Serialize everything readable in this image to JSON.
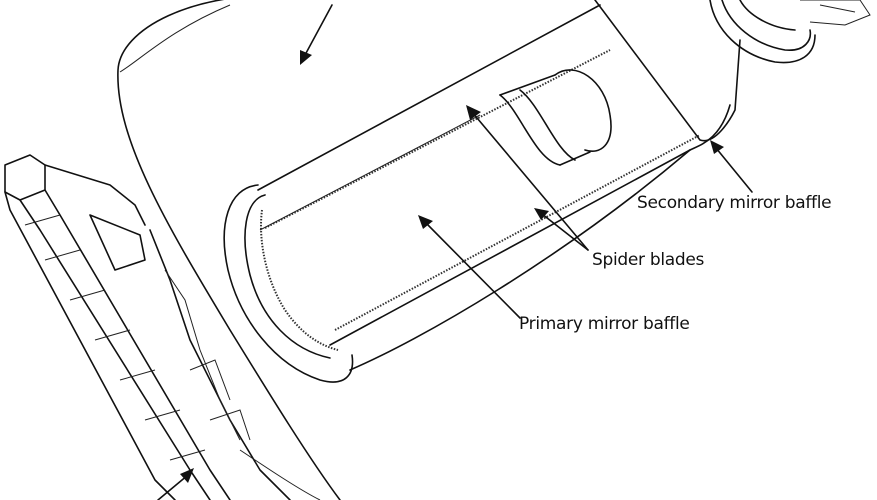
{
  "diagram": {
    "subject": "Telescope assembly line drawing",
    "background": "#ffffff",
    "line_color": "#111111",
    "labels": {
      "secondary_mirror_baffle": "Secondary mirror baffle",
      "spider_blades": "Spider blades",
      "primary_mirror_baffle": "Primary mirror baffle"
    },
    "components": [
      "large-disk-shade",
      "primary-mirror-baffle-tube",
      "secondary-mirror-baffle",
      "spider-blades",
      "mounting-frame-truss",
      "top-end-ring-assembly"
    ]
  }
}
